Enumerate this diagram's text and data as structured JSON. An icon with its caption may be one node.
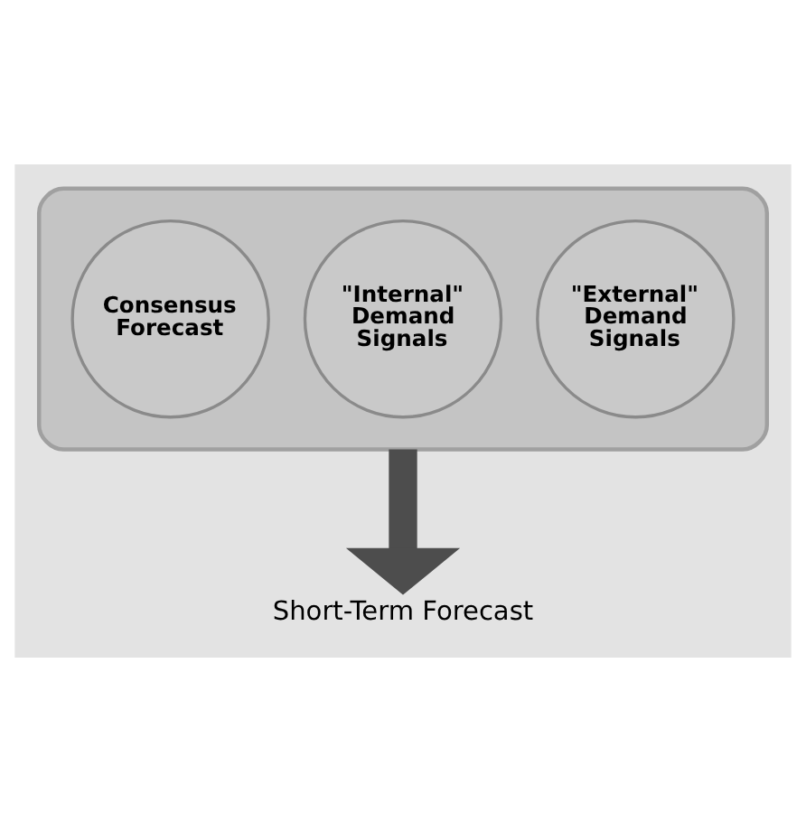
{
  "diagram": {
    "nodes": [
      {
        "text": [],
        "shape": "funnel"
      },
      {
        "text": [
          "Consensus Forecast"
        ],
        "in": 0
      },
      {
        "text": [
          "\"Internal\" Demand Signals"
        ],
        "in": 0
      },
      {
        "text": [
          "\"External\" Demand Signals"
        ],
        "in": 0
      },
      {
        "text": [
          "Short-Term Forecast"
        ]
      }
    ],
    "edges": [
      {
        "from": 0,
        "to": 4,
        "arrow": "to"
      }
    ]
  }
}
